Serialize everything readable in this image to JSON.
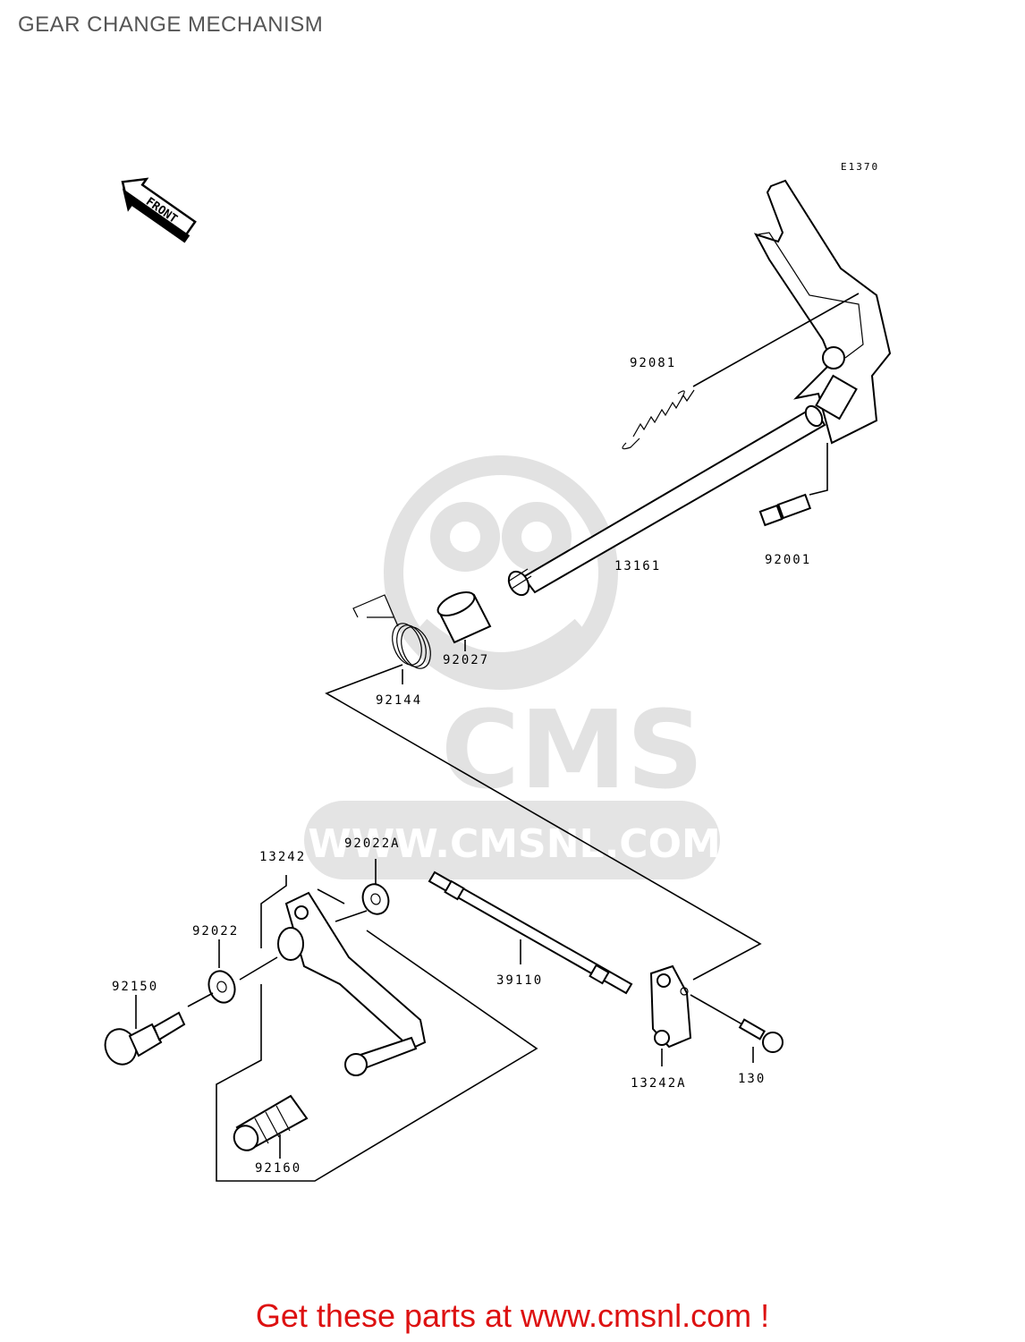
{
  "title": "GEAR CHANGE MECHANISM",
  "diagram_code": "E1370",
  "front_marker": "FRONT",
  "watermark": {
    "brand": "CMS",
    "url": "WWW.CMSNL.COM",
    "color": "#d9d9d9"
  },
  "parts": [
    {
      "ref": "92081"
    },
    {
      "ref": "92001"
    },
    {
      "ref": "13161"
    },
    {
      "ref": "92027"
    },
    {
      "ref": "92144"
    },
    {
      "ref": "13242"
    },
    {
      "ref": "92022A"
    },
    {
      "ref": "92022"
    },
    {
      "ref": "92150"
    },
    {
      "ref": "39110"
    },
    {
      "ref": "13242A"
    },
    {
      "ref": "130"
    },
    {
      "ref": "92160"
    }
  ],
  "footer": {
    "text": "Get these parts at www.cmsnl.com !",
    "color": "#dd1111"
  }
}
